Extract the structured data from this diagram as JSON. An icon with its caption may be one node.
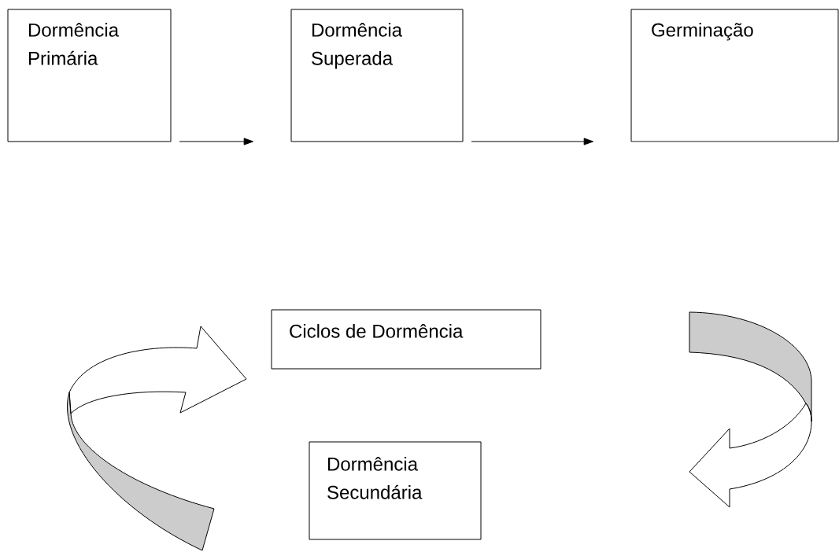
{
  "diagram": {
    "nodes": [
      {
        "text": [
          "Dormência Primária"
        ]
      },
      {
        "text": [
          "Dormência Superada"
        ]
      },
      {
        "text": [
          "Germinação"
        ]
      },
      {
        "text": [
          "Ciclos de Dormência"
        ]
      },
      {
        "text": [
          "Dormência Secundária"
        ]
      }
    ],
    "edges": [
      {
        "from": 0,
        "to": 1,
        "arrow": "to"
      },
      {
        "from": 1,
        "to": 2,
        "arrow": "to"
      }
    ]
  }
}
